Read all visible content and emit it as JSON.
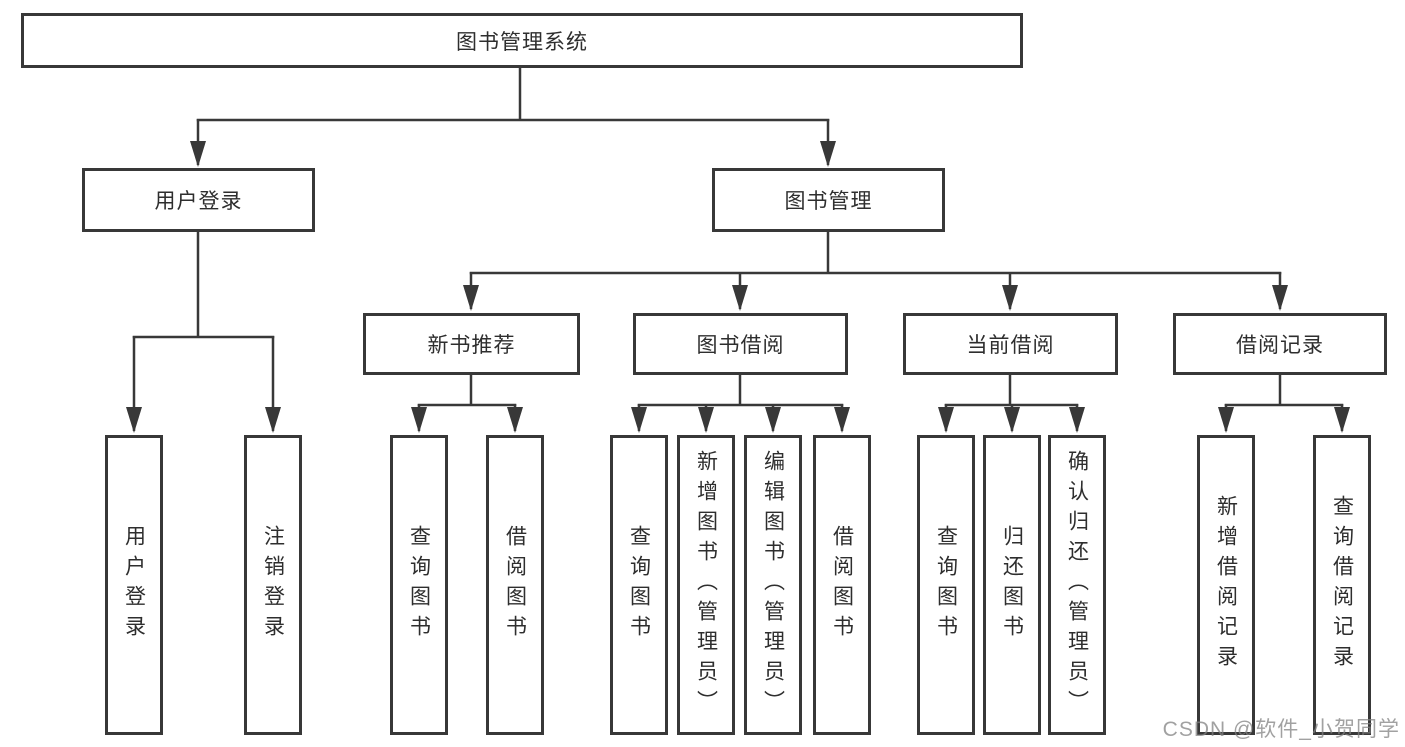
{
  "nodes": {
    "root": "图书管理系统",
    "user_login": "用户登录",
    "book_management": "图书管理",
    "new_book_recommend": "新书推荐",
    "book_borrowing": "图书借阅",
    "current_borrowing": "当前借阅",
    "borrowing_records": "借阅记录",
    "leaf_user_login": "用户登录",
    "leaf_logout": "注销登录",
    "nb_query_books": "查询图书",
    "nb_borrow_books": "借阅图书",
    "bb_query_books": "查询图书",
    "bb_add_book_admin": "新增图书（管理员）",
    "bb_edit_book_admin": "编辑图书（管理员）",
    "bb_borrow_books": "借阅图书",
    "cb_query_books": "查询图书",
    "cb_return_book": "归还图书",
    "cb_confirm_return_admin": "确认归还（管理员）",
    "br_add_record": "新增借阅记录",
    "br_query_record": "查询借阅记录"
  },
  "watermark": {
    "text": "CSDN @软件_小贺同学"
  },
  "colors": {
    "line": "#383838",
    "text": "#2e2e2e",
    "watermark": "#828282",
    "background": "#ffffff"
  }
}
